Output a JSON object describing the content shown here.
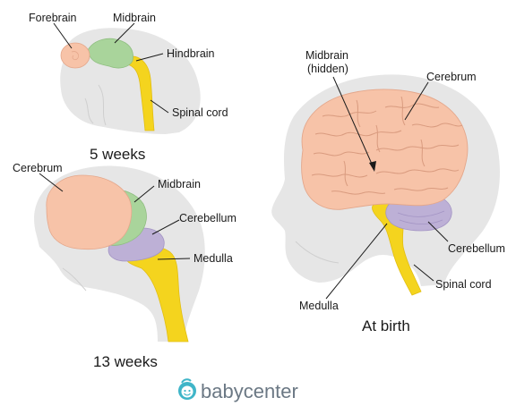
{
  "panels": {
    "week5": {
      "caption": "5 weeks",
      "labels": {
        "forebrain": "Forebrain",
        "midbrain": "Midbrain",
        "hindbrain": "Hindbrain",
        "spinal_cord": "Spinal cord"
      }
    },
    "week13": {
      "caption": "13 weeks",
      "labels": {
        "cerebrum": "Cerebrum",
        "midbrain": "Midbrain",
        "cerebellum": "Cerebellum",
        "medulla": "Medulla"
      }
    },
    "birth": {
      "caption": "At birth",
      "labels": {
        "midbrain_line1": "Midbrain",
        "midbrain_line2": "(hidden)",
        "cerebrum": "Cerebrum",
        "cerebellum": "Cerebellum",
        "spinal_cord": "Spinal cord",
        "medulla": "Medulla"
      }
    }
  },
  "logo": {
    "text": "babycenter",
    "icon": "baby-face-icon",
    "color": "#3fb5c8"
  },
  "colors": {
    "cerebrum": "#f7c3a8",
    "midbrain": "#a9d49b",
    "cerebellum": "#bdb0d6",
    "spinal_cord": "#f4d41e",
    "head": "#e6e6e6"
  }
}
